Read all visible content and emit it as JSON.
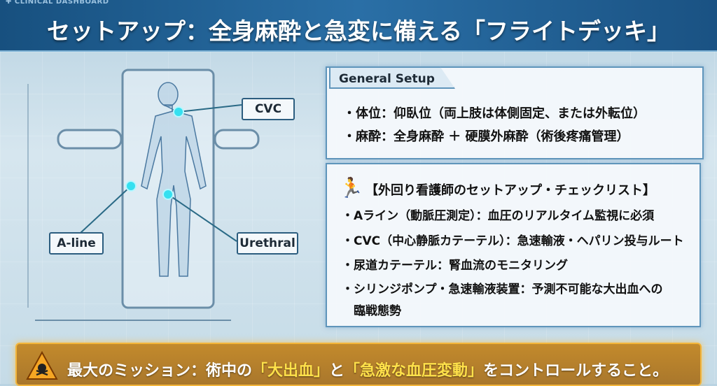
{
  "header": {
    "dashboard_label": "✚ CLINICAL DASHBOARD",
    "title": "セットアップ：全身麻酔と急変に備える「フライトデッキ」"
  },
  "diagram": {
    "labels": {
      "cvc": "CVC",
      "aline": "A-line",
      "urethral": "Urethral"
    }
  },
  "general_setup": {
    "title": "General Setup",
    "items": [
      "・体位：仰臥位（両上肢は体側固定、または外転位）",
      "・麻酔：全身麻酔 ＋ 硬膜外麻酔（術後疼痛管理）"
    ]
  },
  "checklist": {
    "title": "【外回り看護師のセットアップ・チェックリスト】",
    "items": [
      "・Aライン（動脈圧測定）：血圧のリアルタイム監視に必須",
      "・CVC（中心静脈カテーテル）：急速輸液・ヘパリン投与ルート",
      "・尿道カテーテル：腎血流のモニタリング",
      "・シリンジポンプ・急速輸液装置：予測不可能な大出血への",
      "　臨戦態勢"
    ]
  },
  "mission": {
    "prefix": "最大のミッション：術中の",
    "hl1": "「大出血」",
    "mid": "と",
    "hl2": "「急激な血圧変動」",
    "suffix": "をコントロールすること。"
  },
  "colors": {
    "accent": "#2a6fa6",
    "highlight": "#ffe14a",
    "glow": "#35e0f0"
  }
}
